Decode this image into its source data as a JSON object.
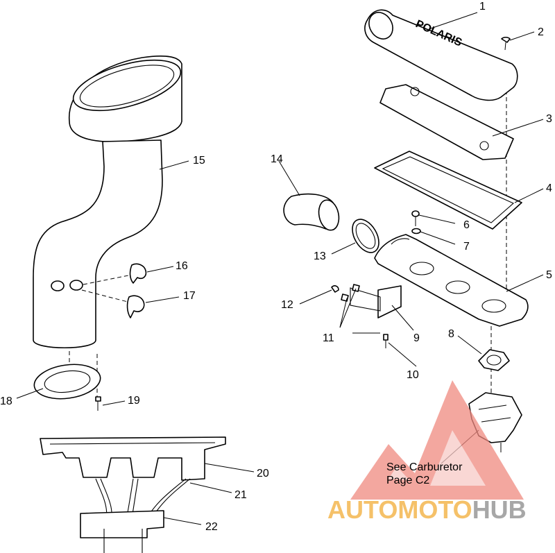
{
  "callouts": {
    "c1": "1",
    "c2": "2",
    "c3": "3",
    "c4": "4",
    "c5": "5",
    "c6": "6",
    "c7": "7",
    "c8": "8",
    "c9": "9",
    "c10": "10",
    "c11": "11",
    "c12": "12",
    "c13": "13",
    "c14": "14",
    "c15": "15",
    "c16": "16",
    "c17": "17",
    "c18": "18",
    "c19": "19",
    "c20": "20",
    "c21": "21",
    "c22": "22"
  },
  "embossed_text": "POLARIS",
  "note": {
    "line1": "See Carburetor",
    "line2": "Page C2"
  },
  "watermark": {
    "part1": "AUTO",
    "part2": "MOTO",
    "part3": "HUB",
    "accent_color": "#f5c169",
    "logo_color": "#f08a80",
    "gray_color": "#a7a7a7"
  }
}
